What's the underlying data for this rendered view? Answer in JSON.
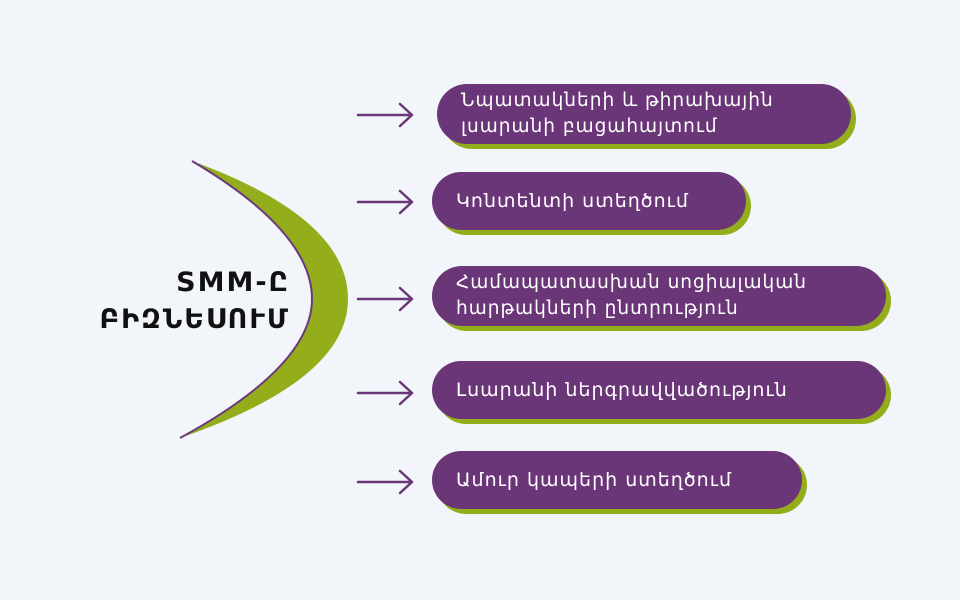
{
  "title": {
    "line1": "SMM-Ը",
    "line2": "ԲԻԶՆԵՍՈՒՄ"
  },
  "colors": {
    "background": "#f2f6fa",
    "crescent": "#94ad1a",
    "crescent_outline": "#6b3a7c",
    "pill": "#6a3678",
    "pill_shadow": "#94ad1a",
    "arrow": "#6a3678",
    "pill_text": "#ffffff"
  },
  "items": [
    {
      "line1": "Նպատակների և թիրախային",
      "line2": "լսարանի բացահայտում"
    },
    {
      "line1": "Կոնտենտի ստեղծում",
      "line2": ""
    },
    {
      "line1": "Համապատասխան սոցիալական",
      "line2": "հարթակների ընտրություն"
    },
    {
      "line1": "Լսարանի ներգրավվածություն",
      "line2": ""
    },
    {
      "line1": "Ամուր կապերի ստեղծում",
      "line2": ""
    }
  ]
}
